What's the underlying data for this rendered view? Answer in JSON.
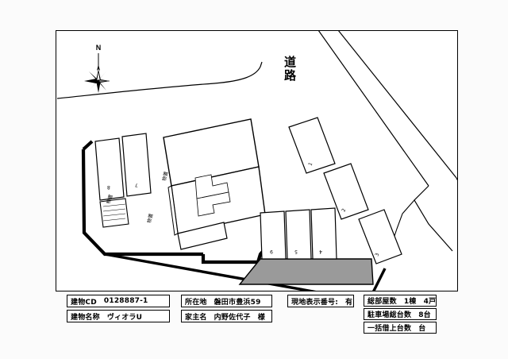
{
  "document": {
    "type": "site-plan",
    "orientation_label": "N",
    "road_label": "道路"
  },
  "plan": {
    "stall_labels_left": [
      "8",
      "7"
    ],
    "stall_label_storage_left": "物置",
    "stall_labels_center": [
      "9",
      "5",
      "4"
    ],
    "stall_labels_right": [
      "1",
      "2",
      "3"
    ],
    "building_labels": [
      "物置",
      "物置"
    ]
  },
  "info": {
    "building_cd": {
      "label": "建物CD",
      "value": "0128887-1"
    },
    "building_name": {
      "label": "建物名称",
      "value": "ヴィオラU"
    },
    "address": {
      "label": "所在地",
      "value": "磐田市豊浜59"
    },
    "owner": {
      "label": "家主名",
      "value": "内野佐代子　様"
    },
    "site_sign_no": {
      "label": "現地表示番号:",
      "value": "有"
    },
    "total_floors": {
      "label": "総部屋数",
      "value": "1棟　4戸"
    },
    "parking_total": {
      "label": "駐車場総台数",
      "value": "8台"
    },
    "bulk_rent": {
      "label": "一括借上台数",
      "value": "台"
    }
  },
  "colors": {
    "ink": "#000000",
    "paper": "#ffffff",
    "fill_gray": "#9a9a9a"
  }
}
